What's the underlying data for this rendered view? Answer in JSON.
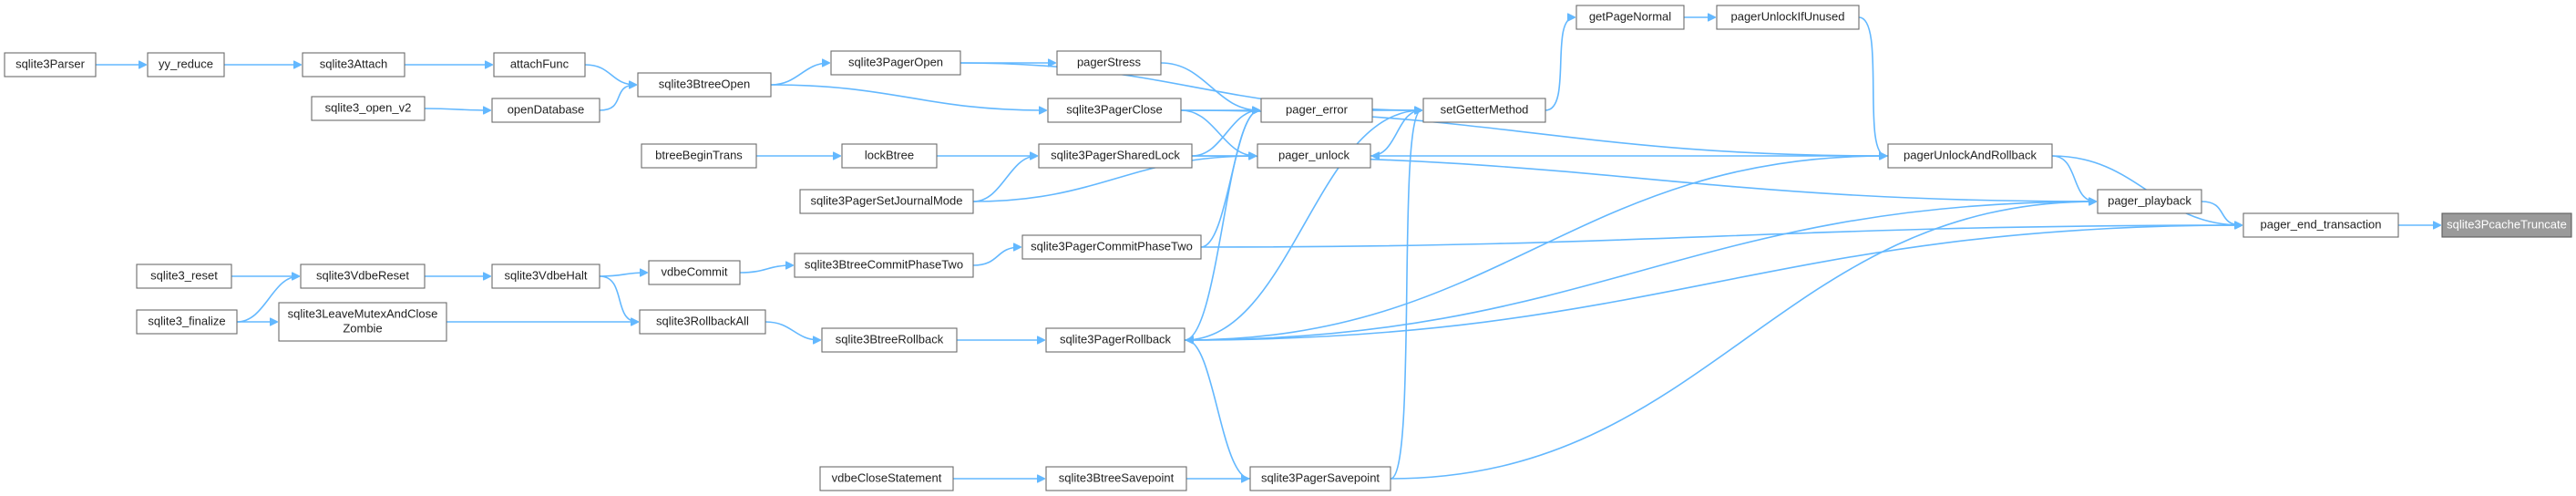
{
  "graph": {
    "root": "sqlite3PcacheTruncate",
    "nodes": [
      {
        "id": "sqlite3Parser",
        "label": "sqlite3Parser",
        "lines": [
          "sqlite3Parser"
        ]
      },
      {
        "id": "yy_reduce",
        "label": "yy_reduce",
        "lines": [
          "yy_reduce"
        ]
      },
      {
        "id": "sqlite3Attach",
        "label": "sqlite3Attach",
        "lines": [
          "sqlite3Attach"
        ]
      },
      {
        "id": "attachFunc",
        "label": "attachFunc",
        "lines": [
          "attachFunc"
        ]
      },
      {
        "id": "sqlite3_open_v2",
        "label": "sqlite3_open_v2",
        "lines": [
          "sqlite3_open_v2"
        ]
      },
      {
        "id": "openDatabase",
        "label": "openDatabase",
        "lines": [
          "openDatabase"
        ]
      },
      {
        "id": "sqlite3BtreeOpen",
        "label": "sqlite3BtreeOpen",
        "lines": [
          "sqlite3BtreeOpen"
        ]
      },
      {
        "id": "sqlite3PagerOpen",
        "label": "sqlite3PagerOpen",
        "lines": [
          "sqlite3PagerOpen"
        ]
      },
      {
        "id": "pagerStress",
        "label": "pagerStress",
        "lines": [
          "pagerStress"
        ]
      },
      {
        "id": "sqlite3PagerClose",
        "label": "sqlite3PagerClose",
        "lines": [
          "sqlite3PagerClose"
        ]
      },
      {
        "id": "btreeBeginTrans",
        "label": "btreeBeginTrans",
        "lines": [
          "btreeBeginTrans"
        ]
      },
      {
        "id": "lockBtree",
        "label": "lockBtree",
        "lines": [
          "lockBtree"
        ]
      },
      {
        "id": "sqlite3PagerSharedLock",
        "label": "sqlite3PagerSharedLock",
        "lines": [
          "sqlite3PagerSharedLock"
        ]
      },
      {
        "id": "sqlite3PagerSetJournalMode",
        "label": "sqlite3PagerSetJournalMode",
        "lines": [
          "sqlite3PagerSetJournalMode"
        ]
      },
      {
        "id": "pager_error",
        "label": "pager_error",
        "lines": [
          "pager_error"
        ]
      },
      {
        "id": "pager_unlock",
        "label": "pager_unlock",
        "lines": [
          "pager_unlock"
        ]
      },
      {
        "id": "setGetterMethod",
        "label": "setGetterMethod",
        "lines": [
          "setGetterMethod"
        ]
      },
      {
        "id": "getPageNormal",
        "label": "getPageNormal",
        "lines": [
          "getPageNormal"
        ]
      },
      {
        "id": "pagerUnlockIfUnused",
        "label": "pagerUnlockIfUnused",
        "lines": [
          "pagerUnlockIfUnused"
        ]
      },
      {
        "id": "pagerUnlockAndRollback",
        "label": "pagerUnlockAndRollback",
        "lines": [
          "pagerUnlockAndRollback"
        ]
      },
      {
        "id": "pager_playback",
        "label": "pager_playback",
        "lines": [
          "pager_playback"
        ]
      },
      {
        "id": "pager_end_transaction",
        "label": "pager_end_transaction",
        "lines": [
          "pager_end_transaction"
        ]
      },
      {
        "id": "sqlite3PcacheTruncate",
        "label": "sqlite3PcacheTruncate",
        "lines": [
          "sqlite3PcacheTruncate"
        ]
      },
      {
        "id": "sqlite3_reset",
        "label": "sqlite3_reset",
        "lines": [
          "sqlite3_reset"
        ]
      },
      {
        "id": "sqlite3VdbeReset",
        "label": "sqlite3VdbeReset",
        "lines": [
          "sqlite3VdbeReset"
        ]
      },
      {
        "id": "sqlite3VdbeHalt",
        "label": "sqlite3VdbeHalt",
        "lines": [
          "sqlite3VdbeHalt"
        ]
      },
      {
        "id": "vdbeCommit",
        "label": "vdbeCommit",
        "lines": [
          "vdbeCommit"
        ]
      },
      {
        "id": "sqlite3BtreeCommitPhaseTwo",
        "label": "sqlite3BtreeCommitPhaseTwo",
        "lines": [
          "sqlite3BtreeCommitPhaseTwo"
        ]
      },
      {
        "id": "sqlite3PagerCommitPhaseTwo",
        "label": "sqlite3PagerCommitPhaseTwo",
        "lines": [
          "sqlite3PagerCommitPhaseTwo"
        ]
      },
      {
        "id": "sqlite3_finalize",
        "label": "sqlite3_finalize",
        "lines": [
          "sqlite3_finalize"
        ]
      },
      {
        "id": "sqlite3LeaveMutexAndCloseZombie",
        "label": "sqlite3LeaveMutexAndCloseZombie",
        "lines": [
          "sqlite3LeaveMutexAndClose",
          "Zombie"
        ]
      },
      {
        "id": "sqlite3RollbackAll",
        "label": "sqlite3RollbackAll",
        "lines": [
          "sqlite3RollbackAll"
        ]
      },
      {
        "id": "sqlite3BtreeRollback",
        "label": "sqlite3BtreeRollback",
        "lines": [
          "sqlite3BtreeRollback"
        ]
      },
      {
        "id": "sqlite3PagerRollback",
        "label": "sqlite3PagerRollback",
        "lines": [
          "sqlite3PagerRollback"
        ]
      },
      {
        "id": "vdbeCloseStatement",
        "label": "vdbeCloseStatement",
        "lines": [
          "vdbeCloseStatement"
        ]
      },
      {
        "id": "sqlite3BtreeSavepoint",
        "label": "sqlite3BtreeSavepoint",
        "lines": [
          "sqlite3BtreeSavepoint"
        ]
      },
      {
        "id": "sqlite3PagerSavepoint",
        "label": "sqlite3PagerSavepoint",
        "lines": [
          "sqlite3PagerSavepoint"
        ]
      }
    ],
    "edges": [
      {
        "from": "sqlite3Parser",
        "to": "yy_reduce"
      },
      {
        "from": "yy_reduce",
        "to": "sqlite3Attach"
      },
      {
        "from": "sqlite3Attach",
        "to": "attachFunc"
      },
      {
        "from": "attachFunc",
        "to": "sqlite3BtreeOpen"
      },
      {
        "from": "sqlite3_open_v2",
        "to": "openDatabase"
      },
      {
        "from": "openDatabase",
        "to": "sqlite3BtreeOpen"
      },
      {
        "from": "sqlite3BtreeOpen",
        "to": "sqlite3PagerOpen"
      },
      {
        "from": "sqlite3BtreeOpen",
        "to": "sqlite3PagerClose"
      },
      {
        "from": "sqlite3PagerOpen",
        "to": "pagerStress"
      },
      {
        "from": "sqlite3PagerOpen",
        "to": "setGetterMethod"
      },
      {
        "from": "pagerStress",
        "to": "pager_error"
      },
      {
        "from": "sqlite3PagerClose",
        "to": "pager_error"
      },
      {
        "from": "sqlite3PagerClose",
        "to": "pager_unlock"
      },
      {
        "from": "sqlite3PagerClose",
        "to": "pagerUnlockAndRollback"
      },
      {
        "from": "btreeBeginTrans",
        "to": "lockBtree"
      },
      {
        "from": "lockBtree",
        "to": "sqlite3PagerSharedLock"
      },
      {
        "from": "sqlite3PagerSharedLock",
        "to": "pager_error"
      },
      {
        "from": "sqlite3PagerSharedLock",
        "to": "pager_unlock"
      },
      {
        "from": "sqlite3PagerSharedLock",
        "to": "pager_playback"
      },
      {
        "from": "sqlite3PagerSetJournalMode",
        "to": "sqlite3PagerSharedLock"
      },
      {
        "from": "sqlite3PagerSetJournalMode",
        "to": "pager_unlock"
      },
      {
        "from": "pager_error",
        "to": "setGetterMethod"
      },
      {
        "from": "setGetterMethod",
        "to": "getPageNormal"
      },
      {
        "from": "getPageNormal",
        "to": "pagerUnlockIfUnused"
      },
      {
        "from": "pagerUnlockIfUnused",
        "to": "pagerUnlockAndRollback"
      },
      {
        "from": "pagerUnlockAndRollback",
        "to": "pager_unlock"
      },
      {
        "from": "pagerUnlockAndRollback",
        "to": "pager_playback"
      },
      {
        "from": "pagerUnlockAndRollback",
        "to": "pager_end_transaction"
      },
      {
        "from": "pager_unlock",
        "to": "setGetterMethod"
      },
      {
        "from": "pager_playback",
        "to": "pager_end_transaction"
      },
      {
        "from": "pager_end_transaction",
        "to": "sqlite3PcacheTruncate"
      },
      {
        "from": "sqlite3_reset",
        "to": "sqlite3VdbeReset"
      },
      {
        "from": "sqlite3_finalize",
        "to": "sqlite3VdbeReset"
      },
      {
        "from": "sqlite3_finalize",
        "to": "sqlite3LeaveMutexAndCloseZombie"
      },
      {
        "from": "sqlite3VdbeReset",
        "to": "sqlite3VdbeHalt"
      },
      {
        "from": "sqlite3VdbeHalt",
        "to": "vdbeCommit"
      },
      {
        "from": "sqlite3VdbeHalt",
        "to": "sqlite3RollbackAll"
      },
      {
        "from": "vdbeCommit",
        "to": "sqlite3BtreeCommitPhaseTwo"
      },
      {
        "from": "sqlite3BtreeCommitPhaseTwo",
        "to": "sqlite3PagerCommitPhaseTwo"
      },
      {
        "from": "sqlite3PagerCommitPhaseTwo",
        "to": "pager_error"
      },
      {
        "from": "sqlite3PagerCommitPhaseTwo",
        "to": "pager_end_transaction"
      },
      {
        "from": "sqlite3LeaveMutexAndCloseZombie",
        "to": "sqlite3RollbackAll"
      },
      {
        "from": "sqlite3RollbackAll",
        "to": "sqlite3BtreeRollback"
      },
      {
        "from": "sqlite3BtreeRollback",
        "to": "sqlite3PagerRollback"
      },
      {
        "from": "sqlite3PagerRollback",
        "to": "pager_error"
      },
      {
        "from": "sqlite3PagerRollback",
        "to": "setGetterMethod"
      },
      {
        "from": "sqlite3PagerRollback",
        "to": "pagerUnlockAndRollback"
      },
      {
        "from": "sqlite3PagerRollback",
        "to": "pager_playback"
      },
      {
        "from": "sqlite3PagerRollback",
        "to": "pager_end_transaction"
      },
      {
        "from": "vdbeCloseStatement",
        "to": "sqlite3BtreeSavepoint"
      },
      {
        "from": "sqlite3BtreeSavepoint",
        "to": "sqlite3PagerSavepoint"
      },
      {
        "from": "sqlite3PagerSavepoint",
        "to": "sqlite3PagerRollback"
      },
      {
        "from": "sqlite3PagerSavepoint",
        "to": "pager_playback"
      },
      {
        "from": "sqlite3PagerSavepoint",
        "to": "setGetterMethod"
      }
    ]
  },
  "colors": {
    "edge": "#63b8ff",
    "node_border": "#6b6b6b",
    "node_fill": "#ffffff",
    "root_fill": "#9a9a9a",
    "root_text": "#ffffff",
    "text": "#222222"
  }
}
